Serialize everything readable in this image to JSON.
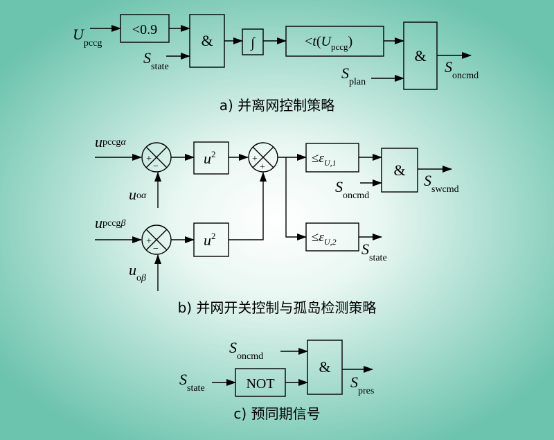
{
  "panel_a": {
    "caption": "a) 并离网控制策略",
    "input_main": {
      "base": "U",
      "sub": "pccg"
    },
    "input_state": {
      "base": "S",
      "sub": "state"
    },
    "input_plan": {
      "base": "S",
      "sub": "plan"
    },
    "output": {
      "base": "S",
      "sub": "oncmd"
    },
    "threshold_box": "<0.9",
    "and_box": "&",
    "integrator_box": "∫",
    "time_box": {
      "prefix": "<",
      "t": "t",
      "open": "(",
      "var": "U",
      "sub": "pccg",
      "close": ")"
    },
    "and_box2": "&"
  },
  "panel_b": {
    "caption": "b) 并网开关控制与孤岛检测策略",
    "input_alpha": {
      "base": "u",
      "sub": "pccg",
      "greek": "α"
    },
    "input_beta": {
      "base": "u",
      "sub": "pccg",
      "greek": "β"
    },
    "feedback_alpha": {
      "base": "u",
      "sub": "o",
      "greek": "α"
    },
    "feedback_beta": {
      "base": "u",
      "sub": "o",
      "greek": "β"
    },
    "square_label": {
      "base": "u",
      "sup": "2"
    },
    "compare1": {
      "prefix": "≤",
      "eps": "ε",
      "sub": "U,1"
    },
    "compare2": {
      "prefix": "≤",
      "eps": "ε",
      "sub": "U,2"
    },
    "and_box": "&",
    "input_oncmd": {
      "base": "S",
      "sub": "oncmd"
    },
    "output_sw": {
      "base": "S",
      "sub": "swcmd"
    },
    "output_state": {
      "base": "S",
      "sub": "state"
    },
    "sign_plus": "+",
    "sign_minus": "−"
  },
  "panel_c": {
    "caption": "c) 预同期信号",
    "input_oncmd": {
      "base": "S",
      "sub": "oncmd"
    },
    "input_state": {
      "base": "S",
      "sub": "state"
    },
    "not_box": "NOT",
    "and_box": "&",
    "output": {
      "base": "S",
      "sub": "pres"
    }
  }
}
